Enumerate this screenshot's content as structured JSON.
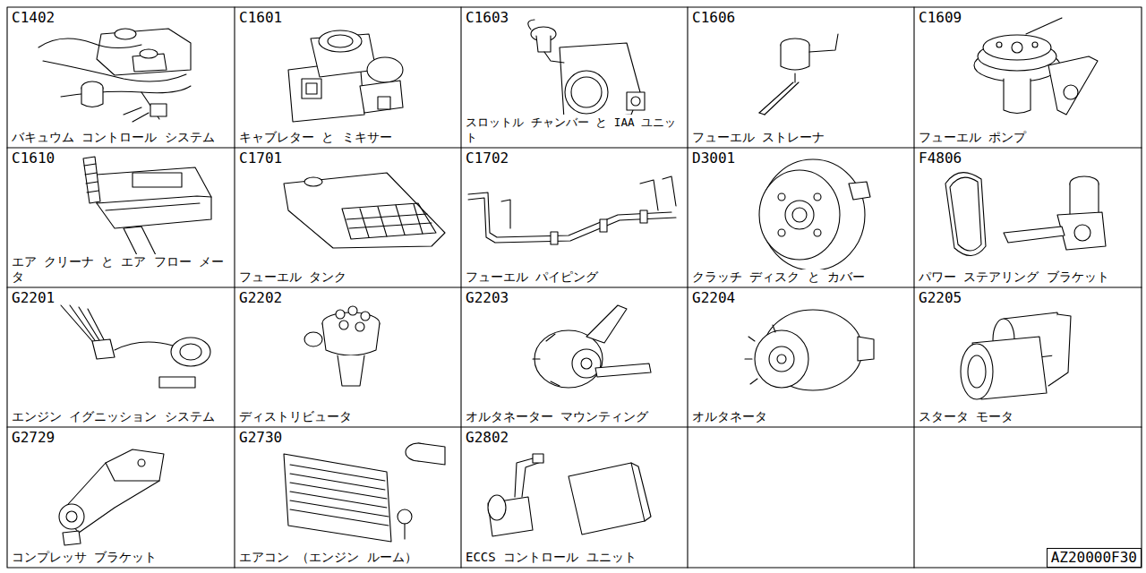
{
  "diagram": {
    "nodes": [
      {
        "text": [
          "C1402",
          "バキュウム コントロール システム"
        ]
      },
      {
        "text": [
          "C1601",
          "キャブレター と ミキサー"
        ]
      },
      {
        "text": [
          "C1603",
          "スロットル チャンバー と IAA ユニット"
        ]
      },
      {
        "text": [
          "C1606",
          "フューエル ストレーナ"
        ]
      },
      {
        "text": [
          "C1609",
          "フューエル ポンプ"
        ]
      },
      {
        "text": [
          "C1610",
          "エア クリーナ と エア フロー メータ"
        ]
      },
      {
        "text": [
          "C1701",
          "フューエル タンク"
        ]
      },
      {
        "text": [
          "C1702",
          "フューエル パイピング"
        ]
      },
      {
        "text": [
          "D3001",
          "クラッチ ディスク と カバー"
        ]
      },
      {
        "text": [
          "F4806",
          "パワー ステアリング ブラケット"
        ]
      },
      {
        "text": [
          "G2201",
          "エンジン イグニッション システム"
        ]
      },
      {
        "text": [
          "G2202",
          "ディストリビュータ"
        ]
      },
      {
        "text": [
          "G2203",
          "オルタネーター マウンティング"
        ]
      },
      {
        "text": [
          "G2204",
          "オルタネータ"
        ]
      },
      {
        "text": [
          "G2205",
          "スタータ モータ"
        ]
      },
      {
        "text": [
          "G2729",
          "コンプレッサ ブラケット"
        ]
      },
      {
        "text": [
          "G2730",
          "エアコン （エンジン ルーム）"
        ]
      },
      {
        "text": [
          "G2802",
          "ECCS コントロール ユニット"
        ]
      }
    ],
    "labels": [
      "AZ20000F30"
    ]
  }
}
